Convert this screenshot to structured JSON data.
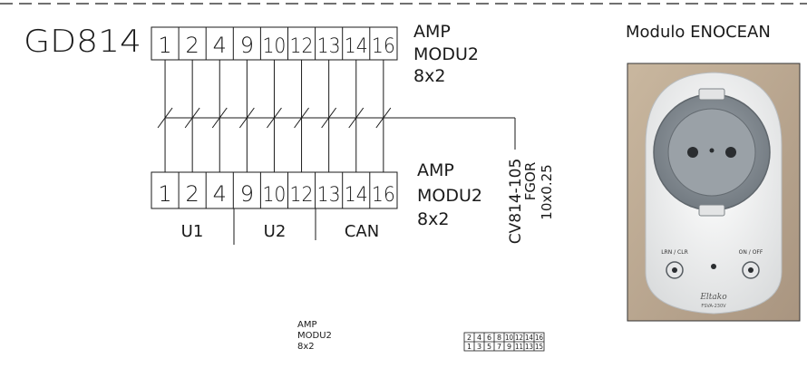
{
  "diagram": {
    "connector_code": "GD814",
    "top_pins": [
      "1",
      "2",
      "4",
      "9",
      "10",
      "12",
      "13",
      "14",
      "16"
    ],
    "bottom_pins": [
      "1",
      "2",
      "4",
      "9",
      "10",
      "12",
      "13",
      "14",
      "16"
    ],
    "top_connector": {
      "line1": "AMP",
      "line2": "MODU2",
      "line3": "8x2"
    },
    "bottom_connector": {
      "line1": "AMP",
      "line2": "MODU2",
      "line3": "8x2"
    },
    "cable": {
      "code": "CV814-105",
      "type": "FGOR",
      "size": "10x0.25"
    },
    "groups": [
      "U1",
      "U2",
      "CAN"
    ],
    "legend_connector": {
      "line1": "AMP",
      "line2": "MODU2",
      "line3": "8x2"
    },
    "pin_layout": {
      "top_row": [
        "2",
        "4",
        "6",
        "8",
        "10",
        "12",
        "14",
        "16"
      ],
      "bottom_row": [
        "1",
        "3",
        "5",
        "7",
        "9",
        "11",
        "13",
        "15"
      ]
    }
  },
  "module": {
    "title": "Modulo ENOCEAN",
    "photo": {
      "left_button_label": "LRN / CLR",
      "right_button_label": "ON / OFF",
      "brand": "Eltako",
      "model": "FSVA-230V"
    }
  },
  "colors": {
    "line": "#1a1a1a",
    "photo_border": "#333333",
    "socket_grey": "#8d949b"
  }
}
